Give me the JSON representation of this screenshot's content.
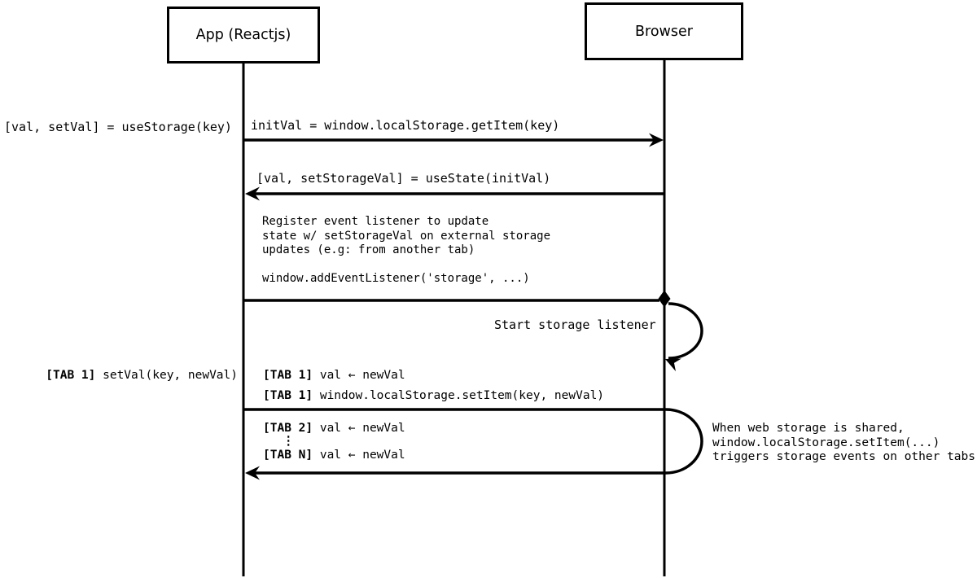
{
  "participants": {
    "app": "App (Reactjs)",
    "browser": "Browser"
  },
  "left_labels": {
    "use_storage": "[val, setVal] = useStorage(key)",
    "tab1_prefix": "[TAB 1]",
    "tab1_call": " setVal(key, newVal)"
  },
  "messages": {
    "get_item": "initVal = window.localStorage.getItem(key)",
    "use_state": "[val, setStorageVal] = useState(initVal)",
    "register_listener_note": "Register event listener to update\nstate w/ setStorageVal on external storage\nupdates (e.g: from another tab)\n\nwindow.addEventListener('storage', ...)",
    "start_listener": "Start storage listener",
    "tab1_set_prefix": "[TAB 1]",
    "tab1_set": " val ← newVal",
    "tab1_setitem_prefix": "[TAB 1]",
    "tab1_setitem": " window.localStorage.setItem(key, newVal)",
    "tab2_prefix": "[TAB 2]",
    "tab2_set": " val ← newVal",
    "ellipsis": "⋮",
    "tabn_prefix": "[TAB N]",
    "tabn_set": " val ← newVal",
    "shared_storage_note": "When web storage is shared,\nwindow.localStorage.setItem(...)\ntriggers storage events on other tabs"
  },
  "colors": {
    "line": "#000000",
    "background": "#ffffff"
  }
}
